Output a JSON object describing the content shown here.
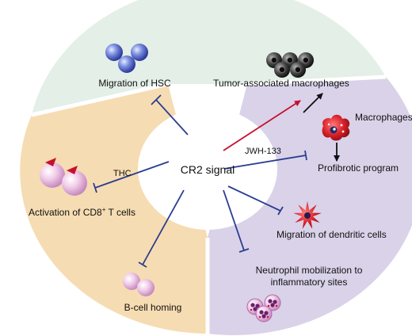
{
  "center": {
    "label": "CR2 signal"
  },
  "sectors": {
    "top": {
      "color": "#e3efe7"
    },
    "left": {
      "color": "#f6dcb2"
    },
    "right": {
      "color": "#d9d2e9"
    }
  },
  "labels": {
    "hsc": "Migration of HSC",
    "tam": "Tumor-associated macrophages",
    "macrophages": "Macrophages",
    "jwh": "JWH-133",
    "profibrotic": "Profibrotic program",
    "thc": "THC",
    "cd8_prefix": "Activation of CD8",
    "cd8_sup": "+",
    "cd8_suffix": " T cells",
    "dendritic": "Migration of dendritic cells",
    "neutrophil_line1": "Neutrophil mobilization to",
    "neutrophil_line2": "inflammatory sites",
    "bcell": "B-cell homing"
  },
  "colors": {
    "inhibit": "#2b3d8f",
    "activate": "#c8102e",
    "arrow": "#111111"
  },
  "icons": {
    "hsc": "hsc-cells-icon",
    "tam": "tumor-macrophage-cells-icon",
    "macrophage": "macrophage-cell-icon",
    "cd8": "cd8-t-cells-icon",
    "dendritic": "dendritic-cell-icon",
    "neutrophil": "neutrophil-cells-icon",
    "bcell": "b-cells-icon"
  }
}
